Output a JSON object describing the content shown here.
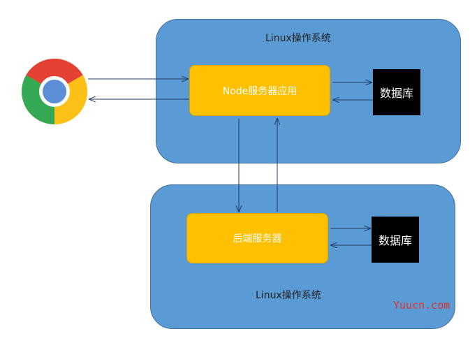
{
  "panels": {
    "top": {
      "label": "Linux操作系统"
    },
    "bottom": {
      "label": "Linux操作系统"
    }
  },
  "nodes": {
    "node_app": "Node服务器应用",
    "backend": "后端服务器"
  },
  "databases": {
    "top": "数据库",
    "bottom": "数据库"
  },
  "browser": {
    "icon": "chrome-browser-icon"
  },
  "watermark": "Yuucn.com",
  "colors": {
    "panel": "#5b9bd5",
    "node": "#ffc000",
    "database": "#000000",
    "arrow": "#1f3864",
    "watermark": "#e0322f"
  }
}
